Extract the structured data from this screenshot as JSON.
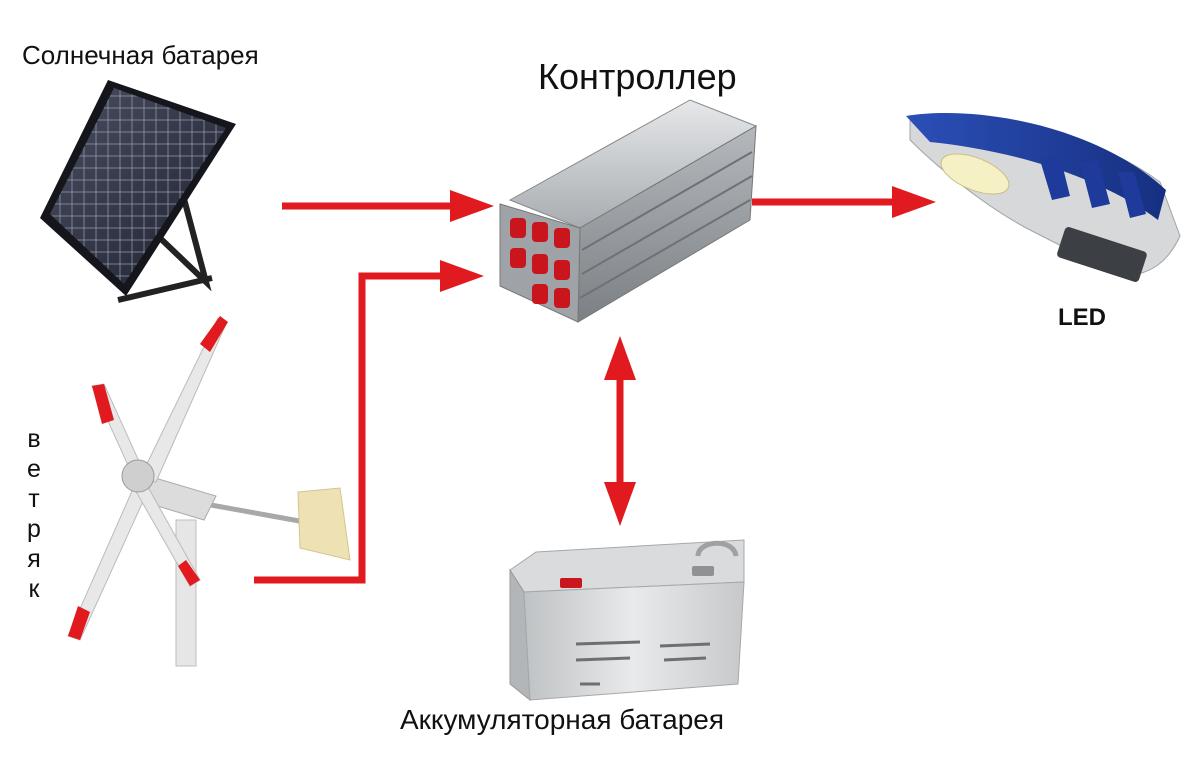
{
  "labels": {
    "solar_panel": "Солнечная батарея",
    "controller": "Контроллер",
    "led": "LED",
    "wind_turbine": "ветряк",
    "battery": "Аккумуляторная батарея"
  },
  "colors": {
    "arrow": "#e01a1f",
    "text": "#111111"
  },
  "icons": [
    "solar-panel-icon",
    "wind-turbine-icon",
    "controller-icon",
    "led-lamp-icon",
    "battery-icon"
  ]
}
